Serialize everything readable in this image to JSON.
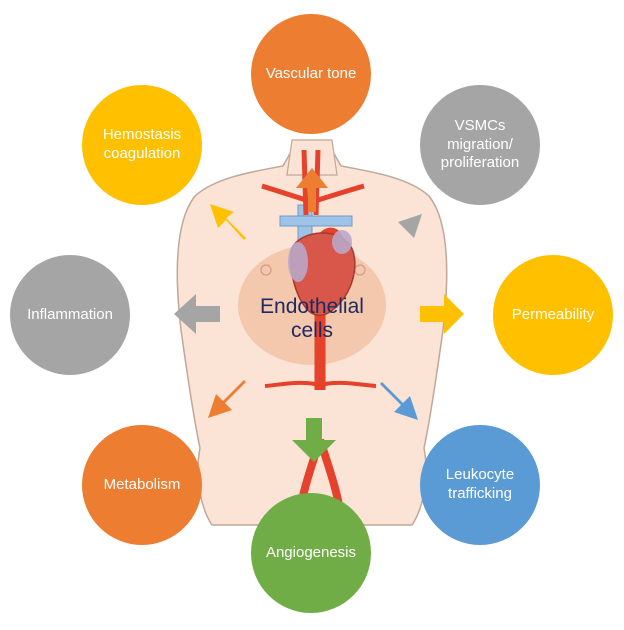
{
  "center": {
    "label": "Endothelial\ncells"
  },
  "colors": {
    "orange": "#ed7d31",
    "gray": "#a5a5a5",
    "yellow": "#ffc000",
    "blue": "#5b9bd5",
    "green": "#70ad47",
    "artery": "#e5412b",
    "skin": "#fbe3d6"
  },
  "nodes": [
    {
      "id": "vascular-tone",
      "label": "Vascular tone",
      "color": "#ed7d31"
    },
    {
      "id": "vsmcs",
      "label": "VSMCs\nmigration/\nproliferation",
      "color": "#a5a5a5"
    },
    {
      "id": "permeability",
      "label": "Permeability",
      "color": "#ffc000"
    },
    {
      "id": "leukocyte-trafficking",
      "label": "Leukocyte\ntrafficking",
      "color": "#5b9bd5"
    },
    {
      "id": "angiogenesis",
      "label": "Angiogenesis",
      "color": "#70ad47"
    },
    {
      "id": "metabolism",
      "label": "Metabolism",
      "color": "#ed7d31"
    },
    {
      "id": "inflammation",
      "label": "Inflammation",
      "color": "#a5a5a5"
    },
    {
      "id": "hemostasis-coagulation",
      "label": "Hemostasis\ncoagulation",
      "color": "#ffc000"
    }
  ]
}
